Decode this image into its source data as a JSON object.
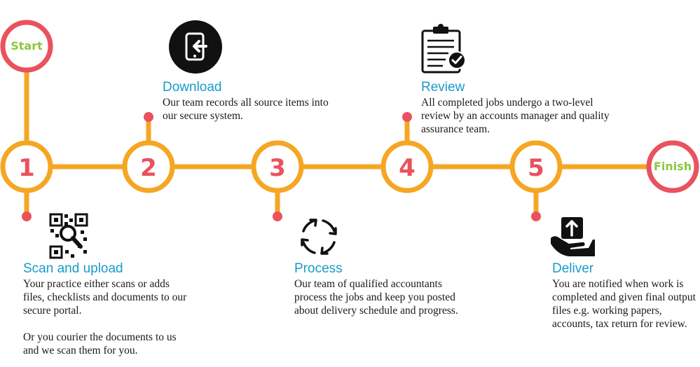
{
  "start_label": "Start",
  "finish_label": "Finish",
  "steps": [
    {
      "number": "1",
      "title": "Scan and upload",
      "description": "Your practice either scans or adds files, checklists and documents to our secure portal.",
      "description_2": "Or you courier the documents to us and we scan them for you.",
      "icon": "qr-code-search-icon"
    },
    {
      "number": "2",
      "title": "Download",
      "description": "Our team records all source items into our secure system.",
      "icon": "phone-download-icon"
    },
    {
      "number": "3",
      "title": "Process",
      "description": "Our team of qualified accountants process the jobs and keep you posted about delivery schedule and progress.",
      "icon": "refresh-arrows-icon"
    },
    {
      "number": "4",
      "title": "Review",
      "description": "All completed jobs undergo a two-level review by an accounts manager and quality assurance team.",
      "icon": "clipboard-check-icon"
    },
    {
      "number": "5",
      "title": "Deliver",
      "description": "You are notified when work is completed and given final output files e.g. working papers, accounts, tax return for review.",
      "icon": "hand-upload-icon"
    }
  ],
  "colors": {
    "line": "#f5a623",
    "circle": "#e9525e",
    "number": "#e9525e",
    "end_text": "#8dc63f",
    "title": "#1a9bc9"
  }
}
